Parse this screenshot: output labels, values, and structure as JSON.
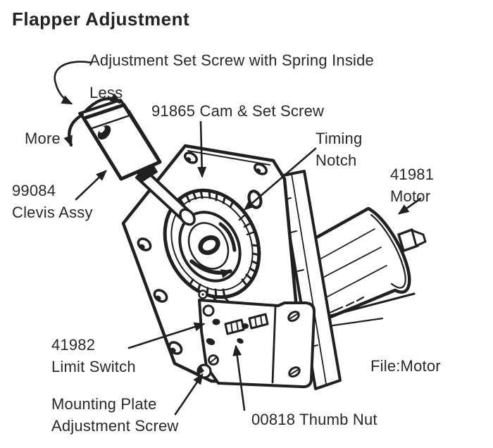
{
  "diagram": {
    "title": "Flapper Adjustment",
    "labels": {
      "adjustment_set_screw": "Adjustment Set Screw with Spring Inside",
      "less": "Less",
      "more": "More",
      "cam_set_screw": "91865 Cam & Set Screw",
      "timing_notch_1": "Timing",
      "timing_notch_2": "Notch",
      "motor_1": "41981",
      "motor_2": "Motor",
      "clevis_1": "99084",
      "clevis_2": "Clevis Assy",
      "limit_switch_1": "41982",
      "limit_switch_2": "Limit Switch",
      "mounting_screw_1": "Mounting Plate",
      "mounting_screw_2": "Adjustment Screw",
      "thumb_nut": "00818 Thumb Nut",
      "file_ref": "File:Motor"
    },
    "colors": {
      "ink": "#211f20",
      "text": "#28282c",
      "background": "#ffffff"
    }
  }
}
